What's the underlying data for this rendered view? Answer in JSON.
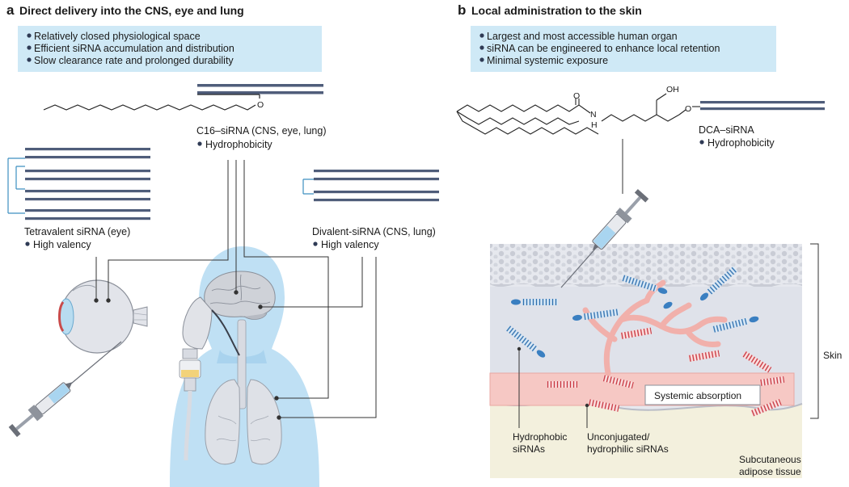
{
  "panel_a": {
    "letter": "a",
    "title": "Direct delivery into the CNS, eye and lung",
    "bullets": [
      "Relatively closed physiological space",
      "Efficient siRNA accumulation and distribution",
      "Slow clearance rate and prolonged durability"
    ],
    "c16": {
      "name": "C16–siRNA (CNS, eye, lung)",
      "property": "Hydrophobicity",
      "oxygen": "O"
    },
    "tetravalent": {
      "name": "Tetravalent siRNA (eye)",
      "property": "High valency"
    },
    "divalent": {
      "name": "Divalent-siRNA (CNS, lung)",
      "property": "High valency"
    }
  },
  "panel_b": {
    "letter": "b",
    "title": "Local administration to the skin",
    "bullets": [
      "Largest and most accessible human organ",
      "siRNA can be engineered to enhance local retention",
      "Minimal systemic exposure"
    ],
    "dca": {
      "name": "DCA–siRNA",
      "property": "Hydrophobicity",
      "oh": "OH",
      "o": "O",
      "carbonyl_o": "O",
      "n": "N",
      "h": "H"
    },
    "skin_label": "Skin",
    "systemic_label": "Systemic absorption",
    "hydrophobic_label": [
      "Hydrophobic",
      "siRNAs"
    ],
    "unconjugated_label": [
      "Unconjugated/",
      "hydrophilic siRNAs"
    ],
    "adipose_label": [
      "Subcutaneous",
      "adipose tissue"
    ]
  },
  "colors": {
    "bullet_box": "#cfe9f6",
    "sirna_strand": "#4f5d7a",
    "branch": "#3d8fc0",
    "body": "#bfe0f4",
    "vessel": "#f6c8c4",
    "hydrophobic_sirna": "#3a7fc1",
    "hydrophilic_sirna": "#d9434b"
  }
}
